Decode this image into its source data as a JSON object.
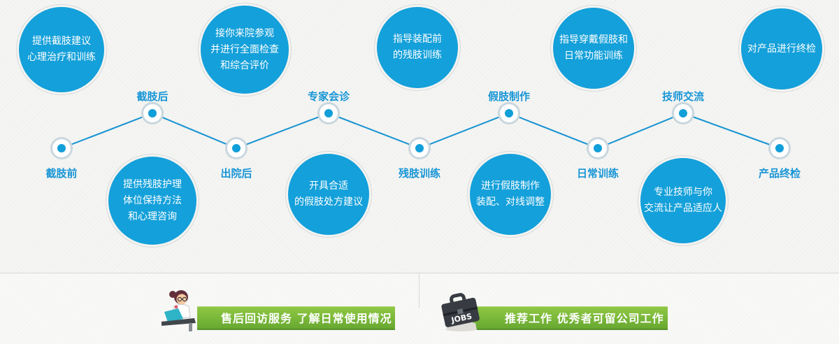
{
  "palette": {
    "bubble_blue": "#14a0da",
    "label_blue": "#1795d6",
    "line_blue": "#1593d2",
    "banner_green_top": "#91c944",
    "banner_green_bottom": "#67a831",
    "background": "#f4f4f2"
  },
  "bubbles": {
    "top": [
      {
        "lines": [
          "提供截肢建议",
          "心理治疗和训练"
        ]
      },
      {
        "lines": [
          "接你来院参观",
          "并进行全面检查",
          "和综合评价"
        ]
      },
      {
        "lines": [
          "指导装配前",
          "的残肢训练"
        ]
      },
      {
        "lines": [
          "指导穿戴假肢和",
          "日常功能训练"
        ]
      },
      {
        "lines": [
          "对产品进行终检"
        ]
      }
    ],
    "bottom": [
      {
        "lines": [
          "提供残肢护理",
          "体位保持方法",
          "和心理咨询"
        ]
      },
      {
        "lines": [
          "开具合适",
          "的假肢处方建议"
        ]
      },
      {
        "lines": [
          "进行假肢制作",
          "装配、对线调整"
        ]
      },
      {
        "lines": [
          "专业技师与你",
          "交流让产品适应人"
        ]
      }
    ]
  },
  "stages": [
    {
      "label": "截肢前"
    },
    {
      "label": "截肢后"
    },
    {
      "label": "出院后"
    },
    {
      "label": "专家会诊"
    },
    {
      "label": "残肢训练"
    },
    {
      "label": "假肢制作"
    },
    {
      "label": "日常训练"
    },
    {
      "label": "技师交流"
    },
    {
      "label": "产品终检"
    }
  ],
  "banners": [
    {
      "text": "售后回访服务 了解日常使用情况"
    },
    {
      "text": "推荐工作 优秀者可留公司工作",
      "icon_text": "JOBS"
    }
  ]
}
